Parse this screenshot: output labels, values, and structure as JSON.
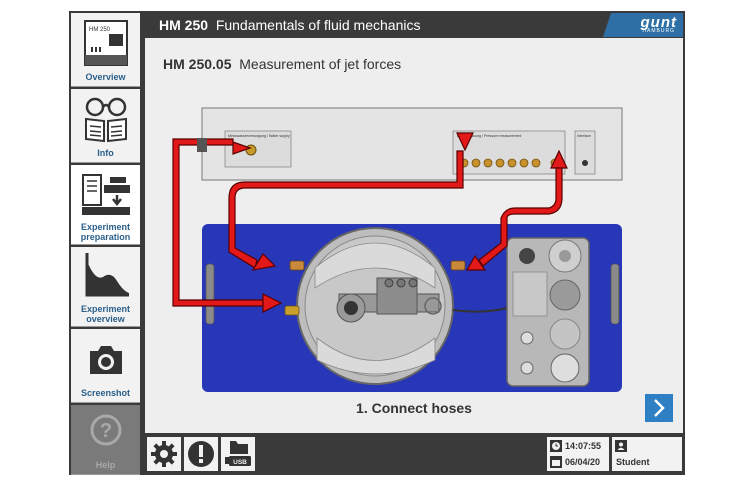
{
  "header": {
    "product": "HM 250",
    "title": "Fundamentals of fluid mechanics",
    "logo": "gunt",
    "logo_sub": "HAMBURG"
  },
  "sidebar": {
    "items": [
      {
        "label": "Overview",
        "icon": "device-overview-icon",
        "state": "normal"
      },
      {
        "label": "Info",
        "icon": "glasses-book-icon",
        "state": "normal"
      },
      {
        "label": "Experiment preparation",
        "icon": "experiment-prep-icon",
        "state": "active"
      },
      {
        "label": "Experiment overview",
        "icon": "chart-curve-icon",
        "state": "normal"
      },
      {
        "label": "Screenshot",
        "icon": "camera-icon",
        "state": "normal"
      },
      {
        "label": "Help",
        "icon": "question-icon",
        "state": "disabled"
      }
    ],
    "device_label": "HM 250"
  },
  "main": {
    "experiment_code": "HM 250.05",
    "experiment_title": "Measurement of jet forces",
    "step_caption": "1. Connect hoses",
    "panel": {
      "water_supply_label": "Messwasserversorgung / Water supply",
      "pressure_label": "Druckmessung / Pressure measurement",
      "interface_label": "Interface"
    }
  },
  "bottombar": {
    "usb_label": "USB",
    "time": "14:07:55",
    "date": "06/04/20",
    "user": "Student"
  },
  "colors": {
    "accent_blue": "#2e6fa6",
    "base_plate": "#2836b8",
    "hose_red": "#e31818"
  }
}
